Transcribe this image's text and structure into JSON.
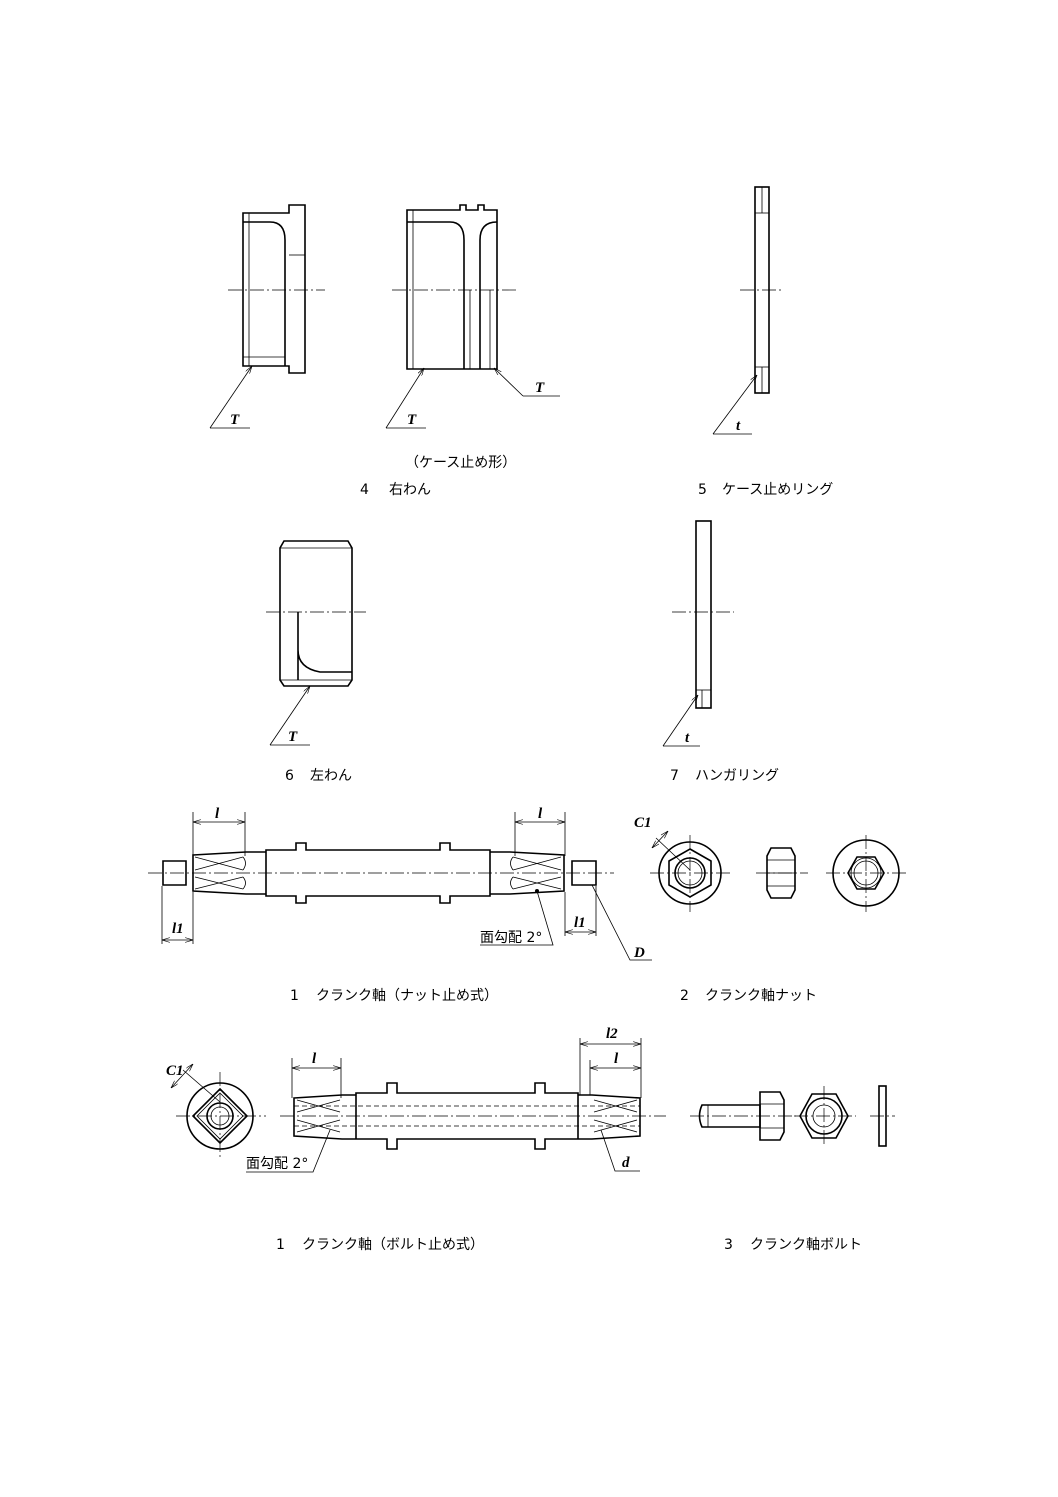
{
  "figures": {
    "fig4": {
      "number": "4",
      "title": "右わん",
      "subtitle": "（ケース止め形）",
      "labels": [
        "T",
        "T",
        "T"
      ]
    },
    "fig5": {
      "number": "5",
      "title": "ケース止めリング",
      "labels": [
        "t"
      ]
    },
    "fig6": {
      "number": "6",
      "title": "左わん",
      "labels": [
        "T"
      ]
    },
    "fig7": {
      "number": "7",
      "title": "ハンガリング",
      "labels": [
        "t"
      ]
    },
    "fig1a": {
      "number": "1",
      "title": "クランク軸（ナット止め式）",
      "labels": {
        "l_left": "l",
        "l_right": "l",
        "l1_left": "l1",
        "l1_right": "l1",
        "D": "D",
        "taper": "面勾配 2°"
      }
    },
    "fig2": {
      "number": "2",
      "title": "クランク軸ナット",
      "labels": {
        "C1": "C1"
      }
    },
    "fig1b": {
      "number": "1",
      "title": "クランク軸（ボルト止め式）",
      "labels": {
        "C1": "C1",
        "l_left": "l",
        "l_right": "l",
        "l2": "l2",
        "d": "d",
        "taper": "面勾配 2°"
      }
    },
    "fig3": {
      "number": "3",
      "title": "クランク軸ボルト"
    }
  }
}
